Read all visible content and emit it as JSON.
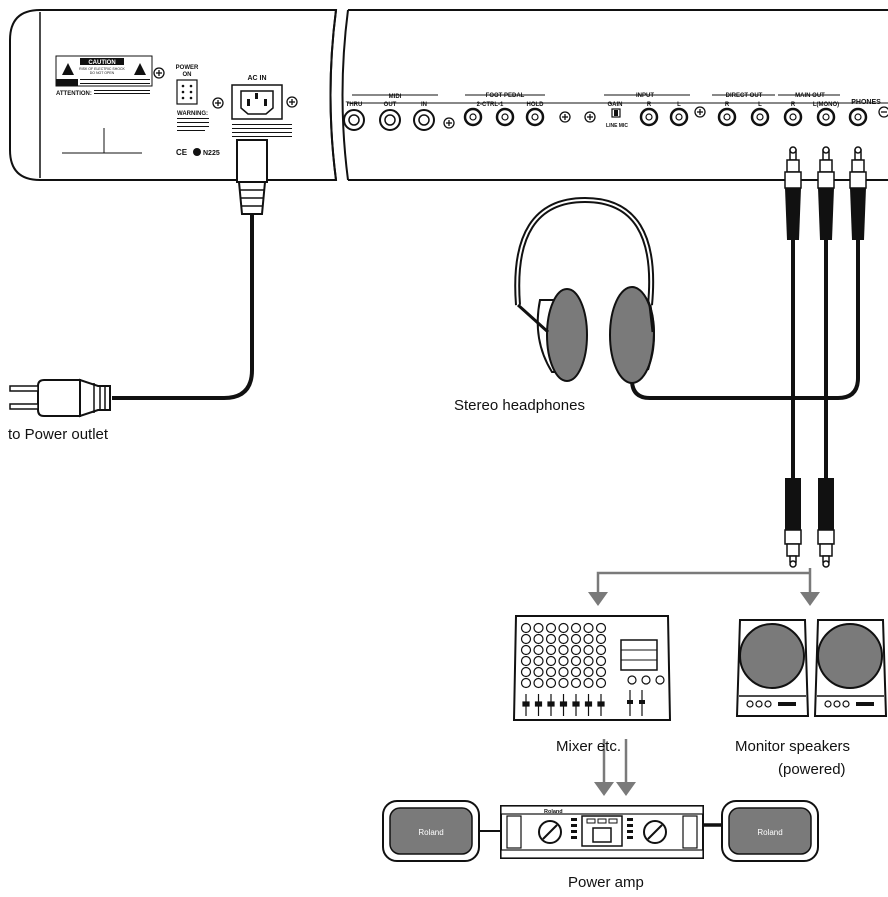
{
  "panel": {
    "caution_title": "CAUTION",
    "caution_line1": "RISK OF ELECTRIC SHOCK",
    "caution_line2": "DO NOT OPEN",
    "attention": "ATTENTION:",
    "power_on": [
      "POWER",
      "ON"
    ],
    "ac_in": "AC IN",
    "warning": "WARNING:",
    "ce_mark": "CE",
    "n225": "N225",
    "midi": "MIDI",
    "midi_thru": "THRU",
    "midi_out": "OUT",
    "midi_in": "IN",
    "foot_pedal": "FOOT PEDAL",
    "foot_ctrl": "2-CTRL-1",
    "foot_hold": "HOLD",
    "input": "INPUT",
    "input_gain": "GAIN",
    "input_r": "R",
    "input_l": "L",
    "line_mic": "LINE MIC",
    "direct_out": "DIRECT OUT",
    "direct_r": "R",
    "direct_l": "L",
    "main_out": "MAIN OUT",
    "main_r": "R",
    "main_l": "L(MONO)",
    "phones": "PHONES"
  },
  "labels": {
    "power_outlet": "to Power outlet",
    "headphones": "Stereo headphones",
    "mixer": "Mixer etc.",
    "monitor_line1": "Monitor speakers",
    "monitor_line2": "(powered)",
    "power_amp": "Power amp",
    "roland_left": "Roland",
    "roland_right": "Roland",
    "roland_amp": "Roland"
  }
}
